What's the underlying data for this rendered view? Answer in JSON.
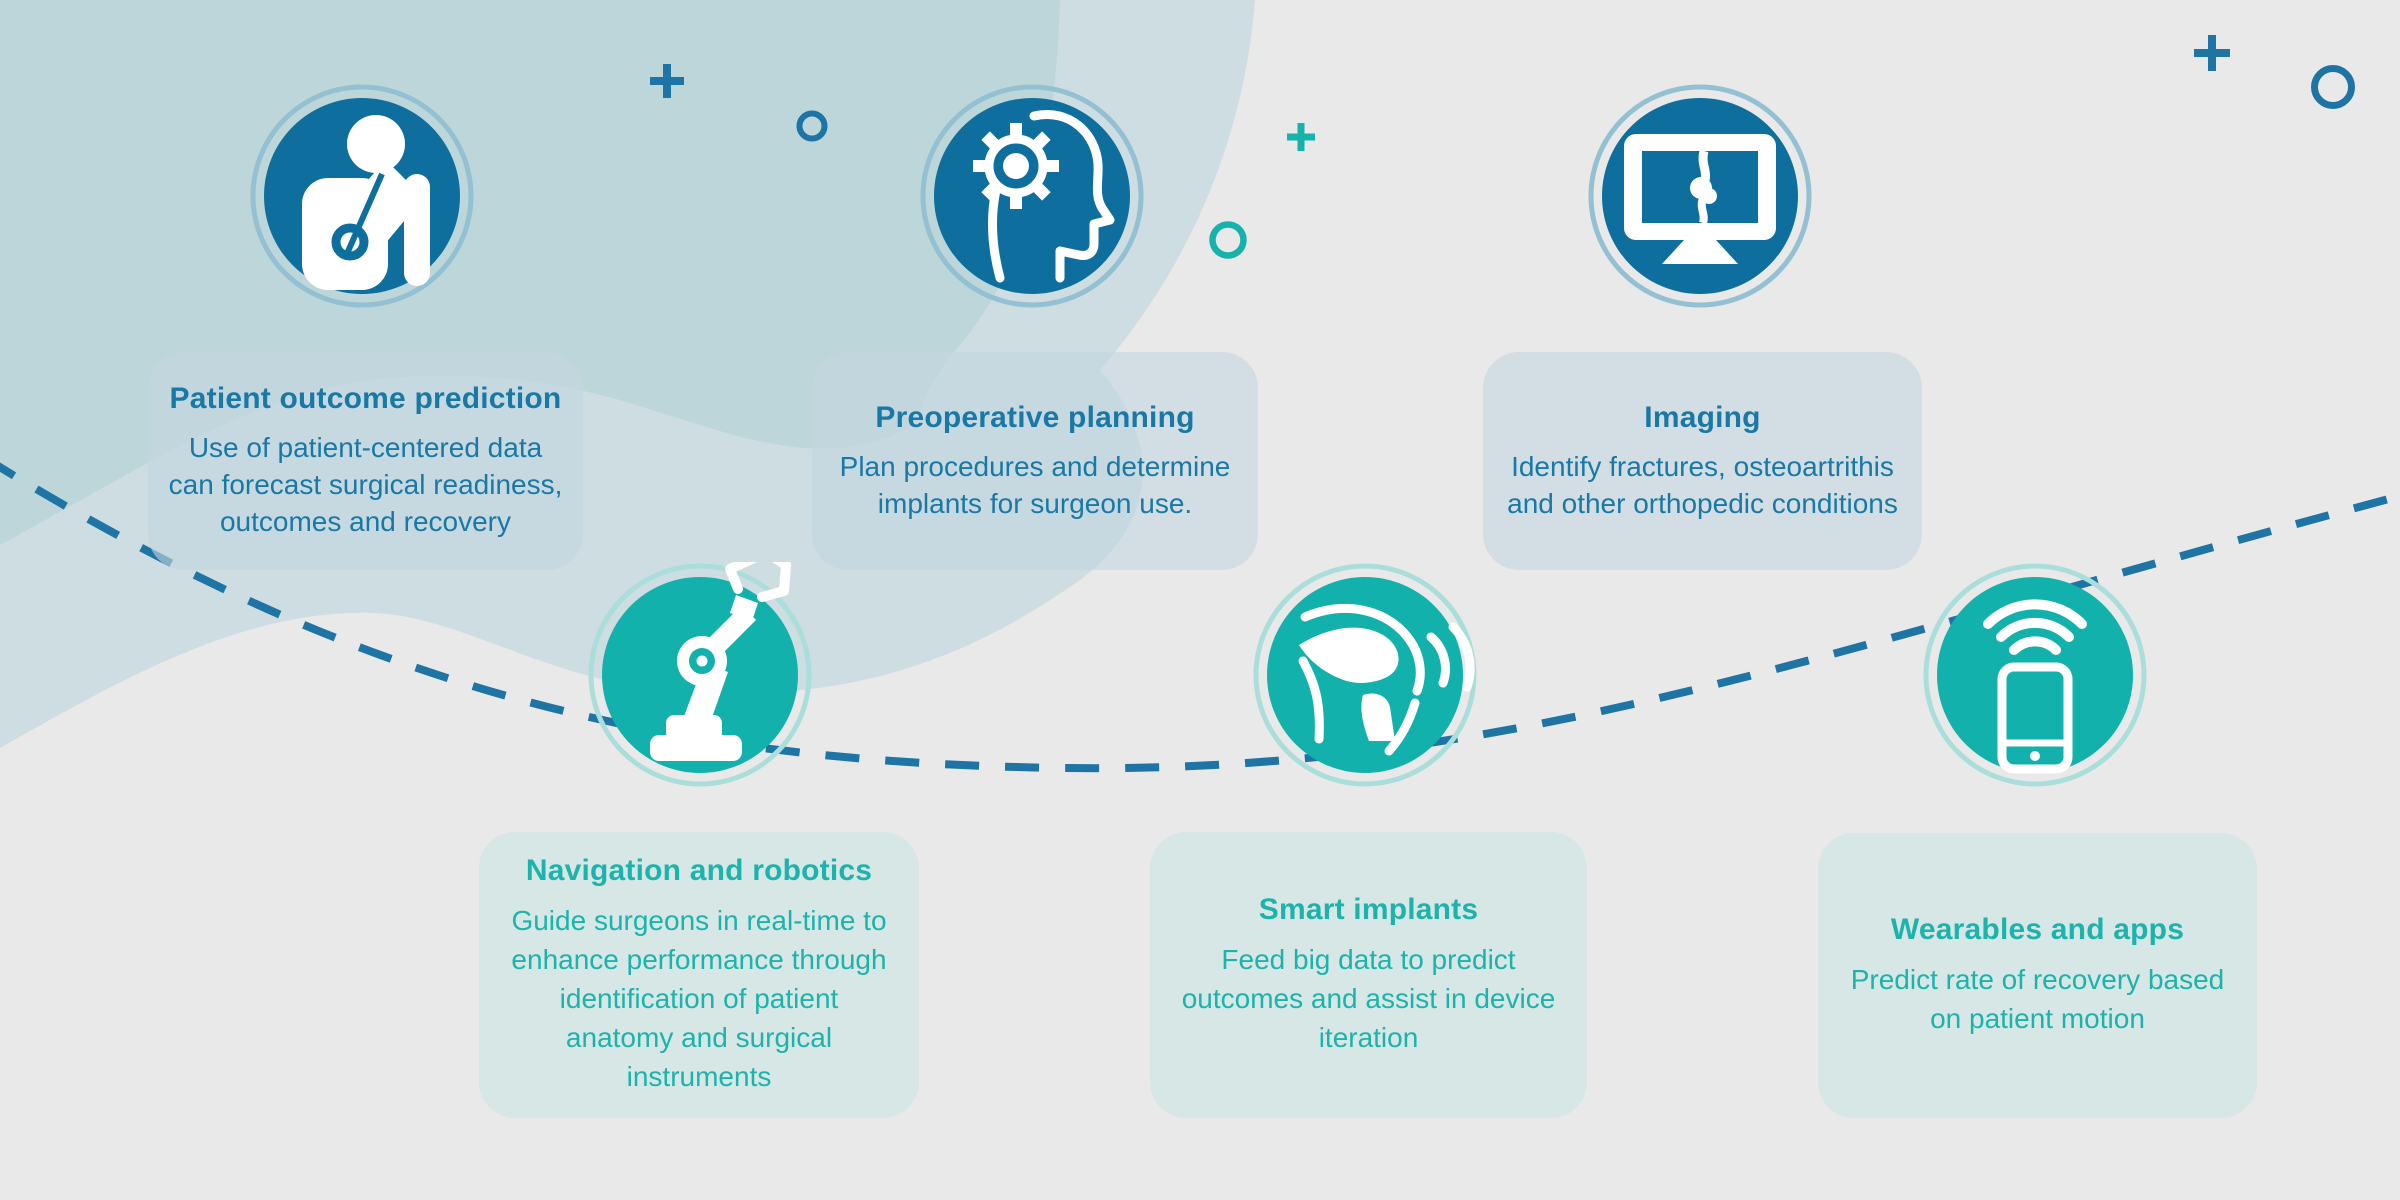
{
  "title": "Orthopedic technology infographic",
  "palette": {
    "background": "#e9e9e9",
    "blob_teal": "#bdd6d9",
    "blob_bluegray": "#cddde2",
    "card_blue": "rgba(196,214,222,0.62)",
    "card_teal": "#d6e7e5",
    "icon_circle_blue": "#0e6f9e",
    "icon_circle_teal": "#12b1ab",
    "ring_blue": "#93c0d3",
    "ring_teal": "#a9dedb",
    "text_blue": "#1878a6",
    "text_teal": "#1cb3ac",
    "dash_line_blue": "#1d74a5"
  },
  "items": [
    {
      "id": "patient-outcome-prediction",
      "theme": "blue",
      "icon": "patient-arm-sling-icon",
      "title": "Patient outcome prediction",
      "body": "Use of patient-centered data\ncan forecast surgical readiness,\noutcomes and recovery"
    },
    {
      "id": "preoperative-planning",
      "theme": "blue",
      "icon": "head-gear-icon",
      "title": "Preoperative planning",
      "body": "Plan procedures and determine\nimplants for surgeon use."
    },
    {
      "id": "imaging",
      "theme": "blue",
      "icon": "monitor-xray-icon",
      "title": "Imaging",
      "body": "Identify fractures, osteoartrithis\nand other orthopedic conditions"
    },
    {
      "id": "navigation-and-robotics",
      "theme": "teal",
      "icon": "robotic-arm-icon",
      "title": "Navigation and robotics",
      "body": "Guide surgeons in real-time to\nenhance performance through\nidentification of patient\nanatomy and surgical\ninstruments"
    },
    {
      "id": "smart-implants",
      "theme": "teal",
      "icon": "knee-joint-icon",
      "title": "Smart implants",
      "body": "Feed big data to predict\noutcomes and assist in device\niteration"
    },
    {
      "id": "wearables-and-apps",
      "theme": "teal",
      "icon": "wearable-phone-icon",
      "title": "Wearables and apps",
      "body": "Predict rate of recovery based\non patient motion"
    }
  ]
}
